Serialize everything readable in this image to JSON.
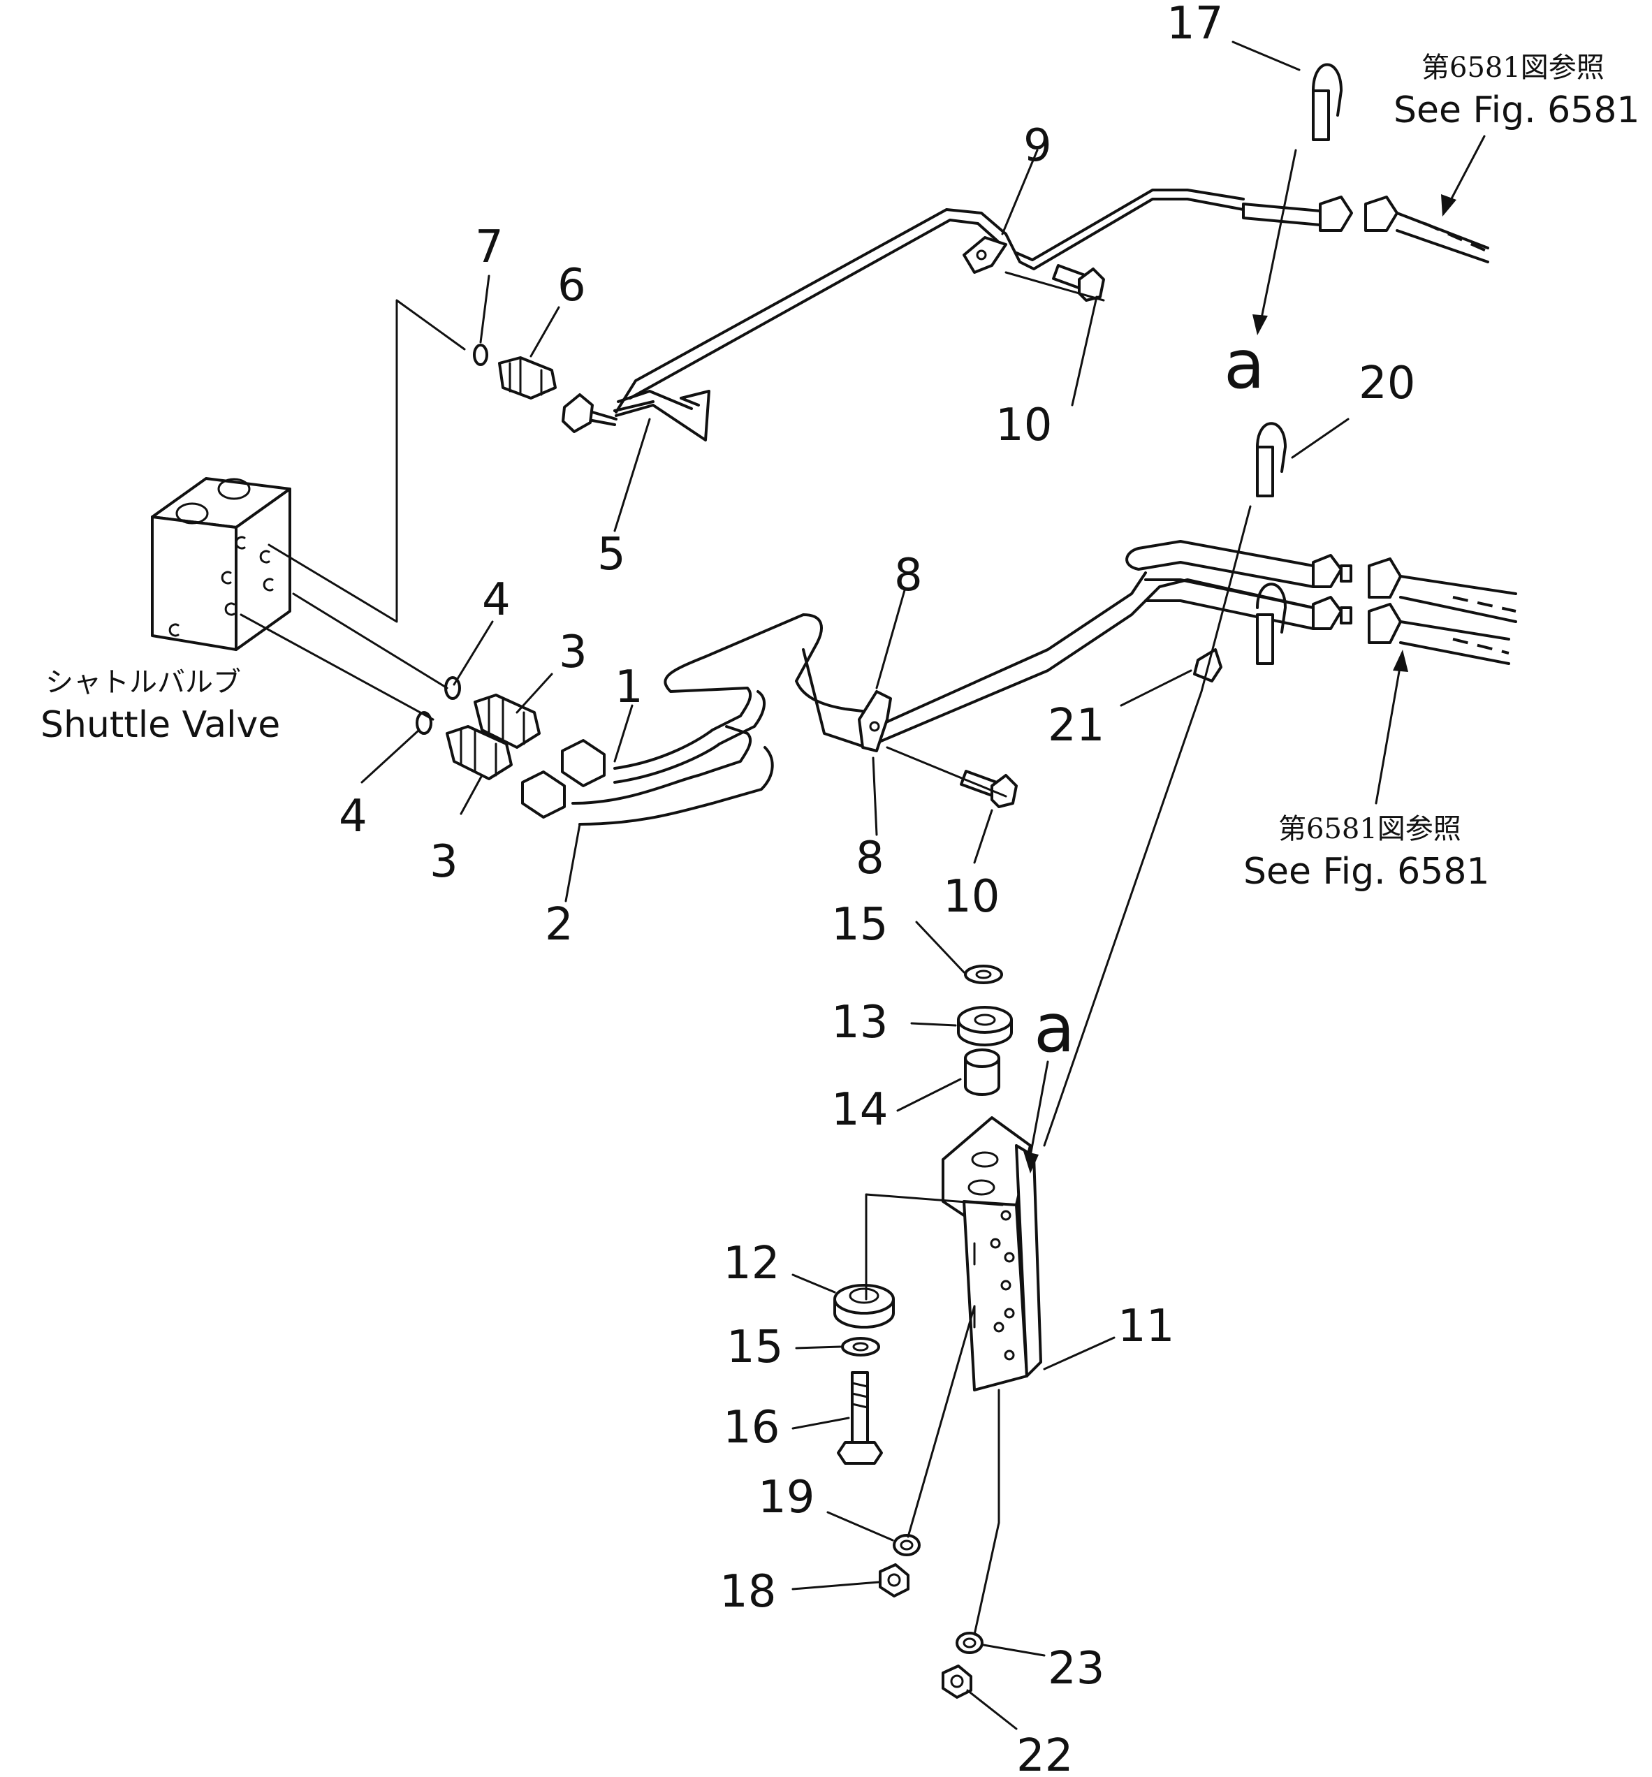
{
  "labels": {
    "n1": "1",
    "n2": "2",
    "n3a": "3",
    "n3b": "3",
    "n4a": "4",
    "n4b": "4",
    "n5": "5",
    "n6": "6",
    "n7": "7",
    "n8a": "8",
    "n8b": "8",
    "n9": "9",
    "n10a": "10",
    "n10b": "10",
    "n11": "11",
    "n12": "12",
    "n13": "13",
    "n14": "14",
    "n15a": "15",
    "n15b": "15",
    "n16": "16",
    "n17": "17",
    "n18": "18",
    "n19": "19",
    "n20": "20",
    "n21": "21",
    "n22": "22",
    "n23": "23",
    "a_top": "a",
    "a_bottom": "a"
  },
  "notes": {
    "top_ref_jp": "第6581図参照",
    "top_ref_en": "See Fig. 6581",
    "right_ref_jp": "第6581図参照",
    "right_ref_en": "See Fig. 6581",
    "shuttle_jp": "シャトルバルブ",
    "shuttle_en": "Shuttle Valve"
  }
}
